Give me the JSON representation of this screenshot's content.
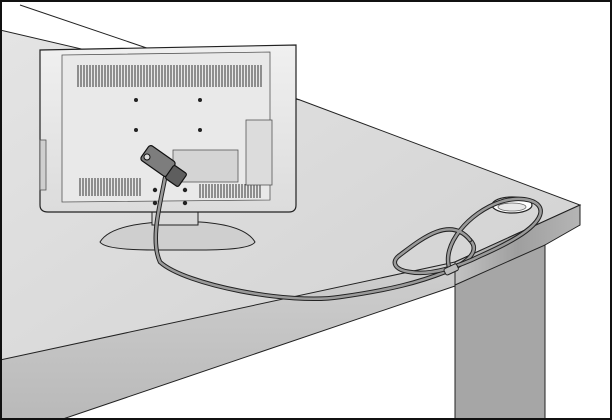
{
  "illustration": {
    "subject": "tv-rear-with-kensington-security-cable",
    "frame_border": true,
    "style": "grayscale-line-art",
    "colors": {
      "frame": "#111111",
      "wall": "#ffffff",
      "table_top": "#d7d7d7",
      "table_front": "#bdbdbd",
      "table_side": "#a9a9a9",
      "tv_back": "#e6e6e6",
      "stand": "#cfcfcf",
      "cable": "#8f8f8f",
      "outline": "#1a1a1a"
    },
    "elements": [
      "tv-back-panel",
      "tv-stand",
      "security-lock",
      "security-cable",
      "cable-loop",
      "table",
      "table-hole"
    ]
  }
}
